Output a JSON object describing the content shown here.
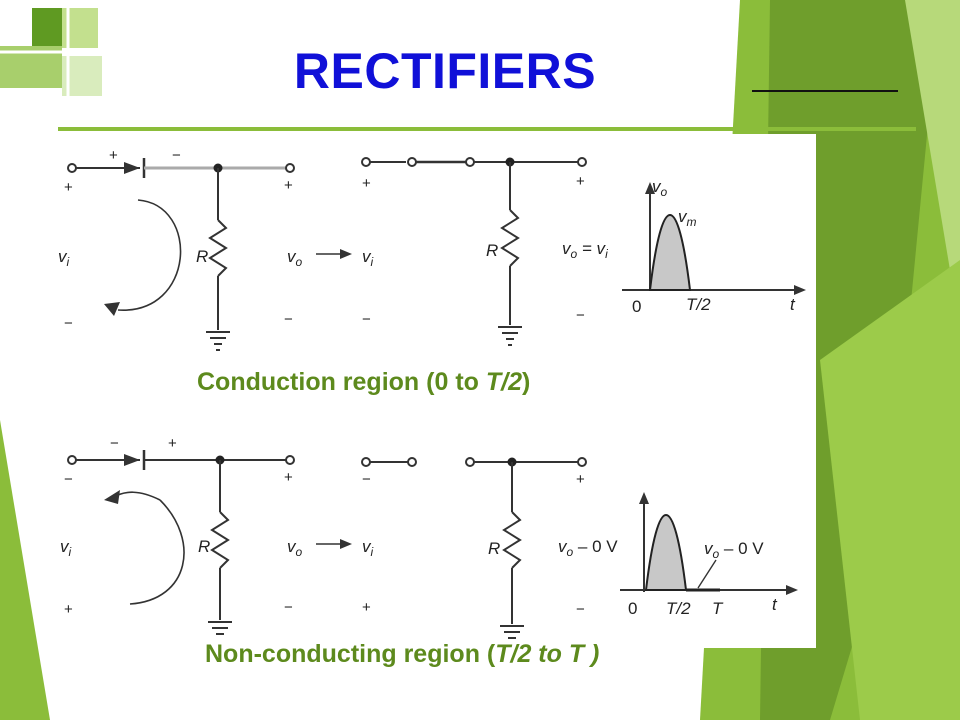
{
  "slide": {
    "title": "RECTIFIERS",
    "colors": {
      "title": "#1010d8",
      "accent_green": "#8bbd3a",
      "caption_green": "#5d8a1d",
      "waveform_fill": "#c8c8c8"
    }
  },
  "conduction": {
    "caption_lead": "Conduction region (0 to ",
    "caption_var": "T/2",
    "caption_tail": ")",
    "input_sign_plus": "+",
    "input_sign_minus": "−",
    "diode_sign_left": "+",
    "diode_sign_right": "−",
    "vi_label": "v",
    "vi_sub": "i",
    "r_label": "R",
    "vo_label": "v",
    "vo_sub": "o",
    "out_sign_plus": "+",
    "out_sign_minus": "−",
    "eq_label": "v",
    "eq_sub_o": "o",
    "eq_mid": " = v",
    "eq_sub_i": "i",
    "graph": {
      "y_label": "v",
      "y_sub": "o",
      "peak_label": "v",
      "peak_sub": "m",
      "origin": "0",
      "half_period": "T/2",
      "t_label": "t"
    }
  },
  "nonconducting": {
    "caption_lead": "Non-conducting region (",
    "caption_var": "T/2 to T )",
    "input_sign_minus": "−",
    "input_sign_plus": "+",
    "diode_sign_left": "−",
    "diode_sign_right": "+",
    "vi_label": "v",
    "vi_sub": "i",
    "r_label": "R",
    "vo_label": "v",
    "vo_sub": "o",
    "out_sign_plus": "+",
    "out_sign_minus": "−",
    "eq_label": "v",
    "eq_sub_o": "o",
    "eq_tail": " – 0 V",
    "graph": {
      "origin": "0",
      "half_period": "T/2",
      "period": "T",
      "t_label": "t",
      "annot": "v",
      "annot_sub": "o",
      "annot_tail": " – 0 V"
    }
  }
}
